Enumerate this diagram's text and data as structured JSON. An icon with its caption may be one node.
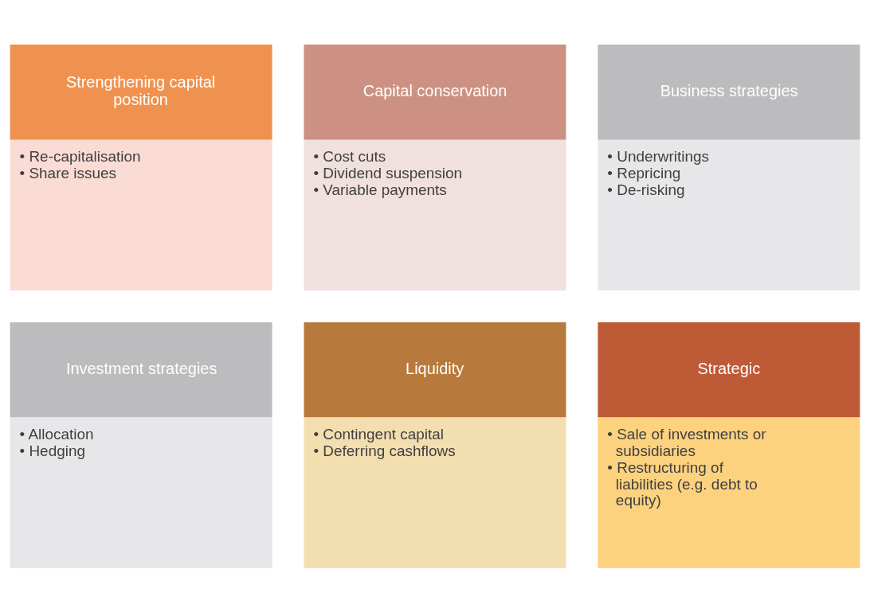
{
  "diagram": {
    "nodes": [
      {
        "text": [
          "Strengthening capital position",
          "• Re-capitalisation",
          "• Share issues"
        ]
      },
      {
        "text": [
          "Capital conservation",
          "• Cost cuts",
          "• Dividend suspension",
          "• Variable payments"
        ]
      },
      {
        "text": [
          "Business strategies",
          "• Underwritings",
          "• Repricing",
          "• De-risking"
        ]
      },
      {
        "text": [
          "Investment strategies",
          "• Allocation",
          "• Hedging"
        ]
      },
      {
        "text": [
          "Liquidity",
          "• Contingent capital",
          "• Deferring cashflows"
        ]
      },
      {
        "text": [
          "Strategic",
          "• Sale of investments or subsidiaries",
          "• Restructuring of liabilities (e.g. debt to equity)"
        ]
      }
    ]
  }
}
